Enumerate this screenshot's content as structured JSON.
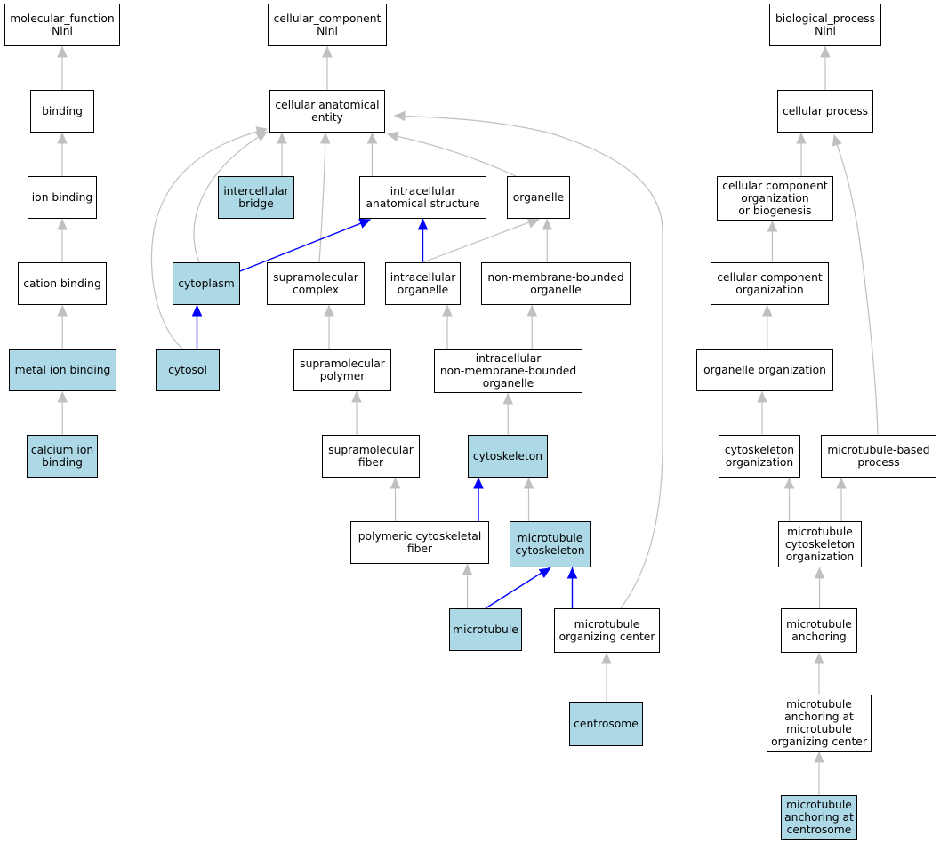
{
  "colors": {
    "highlight": "#add8e6",
    "edge_gray": "#c0c0c0",
    "edge_blue": "#0000ff",
    "border": "#000000"
  },
  "nodes": {
    "molecular_function": {
      "lines": [
        "molecular_function",
        "Ninl"
      ],
      "highlighted": false
    },
    "binding": {
      "lines": [
        "binding"
      ],
      "highlighted": false
    },
    "ion_binding": {
      "lines": [
        "ion binding"
      ],
      "highlighted": false
    },
    "cation_binding": {
      "lines": [
        "cation binding"
      ],
      "highlighted": false
    },
    "metal_ion_binding": {
      "lines": [
        "metal ion binding"
      ],
      "highlighted": true
    },
    "calcium_ion_binding": {
      "lines": [
        "calcium ion",
        "binding"
      ],
      "highlighted": true
    },
    "cellular_component": {
      "lines": [
        "cellular_component",
        "Ninl"
      ],
      "highlighted": false
    },
    "cellular_anatomical_entity": {
      "lines": [
        "cellular anatomical",
        "entity"
      ],
      "highlighted": false
    },
    "intercellular_bridge": {
      "lines": [
        "intercellular",
        "bridge"
      ],
      "highlighted": true
    },
    "intracellular_anatomical_structure": {
      "lines": [
        "intracellular",
        "anatomical structure"
      ],
      "highlighted": false
    },
    "organelle": {
      "lines": [
        "organelle"
      ],
      "highlighted": false
    },
    "cytoplasm": {
      "lines": [
        "cytoplasm"
      ],
      "highlighted": true
    },
    "supramolecular_complex": {
      "lines": [
        "supramolecular",
        "complex"
      ],
      "highlighted": false
    },
    "intracellular_organelle": {
      "lines": [
        "intracellular",
        "organelle"
      ],
      "highlighted": false
    },
    "non_membrane_bounded_organelle": {
      "lines": [
        "non-membrane-bounded",
        "organelle"
      ],
      "highlighted": false
    },
    "cytosol": {
      "lines": [
        "cytosol"
      ],
      "highlighted": true
    },
    "supramolecular_polymer": {
      "lines": [
        "supramolecular",
        "polymer"
      ],
      "highlighted": false
    },
    "intracellular_non_membrane_bounded_organelle": {
      "lines": [
        "intracellular",
        "non-membrane-bounded",
        "organelle"
      ],
      "highlighted": false
    },
    "supramolecular_fiber": {
      "lines": [
        "supramolecular",
        "fiber"
      ],
      "highlighted": false
    },
    "cytoskeleton": {
      "lines": [
        "cytoskeleton"
      ],
      "highlighted": true
    },
    "polymeric_cytoskeletal_fiber": {
      "lines": [
        "polymeric cytoskeletal",
        "fiber"
      ],
      "highlighted": false
    },
    "microtubule_cytoskeleton": {
      "lines": [
        "microtubule",
        "cytoskeleton"
      ],
      "highlighted": true
    },
    "microtubule": {
      "lines": [
        "microtubule"
      ],
      "highlighted": true
    },
    "microtubule_organizing_center": {
      "lines": [
        "microtubule",
        "organizing center"
      ],
      "highlighted": false
    },
    "centrosome": {
      "lines": [
        "centrosome"
      ],
      "highlighted": true
    },
    "biological_process": {
      "lines": [
        "biological_process",
        "Ninl"
      ],
      "highlighted": false
    },
    "cellular_process": {
      "lines": [
        "cellular process"
      ],
      "highlighted": false
    },
    "ccob": {
      "lines": [
        "cellular component",
        "organization",
        "or biogenesis"
      ],
      "highlighted": false
    },
    "cco": {
      "lines": [
        "cellular component",
        "organization"
      ],
      "highlighted": false
    },
    "organelle_organization": {
      "lines": [
        "organelle organization"
      ],
      "highlighted": false
    },
    "cytoskeleton_organization": {
      "lines": [
        "cytoskeleton",
        "organization"
      ],
      "highlighted": false
    },
    "microtubule_based_process": {
      "lines": [
        "microtubule-based",
        "process"
      ],
      "highlighted": false
    },
    "microtubule_cytoskeleton_organization": {
      "lines": [
        "microtubule",
        "cytoskeleton",
        "organization"
      ],
      "highlighted": false
    },
    "microtubule_anchoring": {
      "lines": [
        "microtubule",
        "anchoring"
      ],
      "highlighted": false
    },
    "mt_anchoring_at_mtoc": {
      "lines": [
        "microtubule",
        "anchoring at",
        "microtubule",
        "organizing center"
      ],
      "highlighted": false
    },
    "mt_anchoring_at_centrosome": {
      "lines": [
        "microtubule",
        "anchoring at",
        "centrosome"
      ],
      "highlighted": true
    }
  },
  "edges": [
    {
      "from": "binding",
      "to": "molecular_function",
      "color": "gray"
    },
    {
      "from": "ion_binding",
      "to": "binding",
      "color": "gray"
    },
    {
      "from": "cation_binding",
      "to": "ion_binding",
      "color": "gray"
    },
    {
      "from": "metal_ion_binding",
      "to": "cation_binding",
      "color": "gray"
    },
    {
      "from": "calcium_ion_binding",
      "to": "metal_ion_binding",
      "color": "gray"
    },
    {
      "from": "cellular_anatomical_entity",
      "to": "cellular_component",
      "color": "gray"
    },
    {
      "from": "intercellular_bridge",
      "to": "cellular_anatomical_entity",
      "color": "gray"
    },
    {
      "from": "cytoplasm",
      "to": "cellular_anatomical_entity",
      "color": "gray"
    },
    {
      "from": "cytosol",
      "to": "cellular_anatomical_entity",
      "color": "gray"
    },
    {
      "from": "supramolecular_complex",
      "to": "cellular_anatomical_entity",
      "color": "gray"
    },
    {
      "from": "intracellular_anatomical_structure",
      "to": "cellular_anatomical_entity",
      "color": "gray"
    },
    {
      "from": "organelle",
      "to": "cellular_anatomical_entity",
      "color": "gray"
    },
    {
      "from": "microtubule_organizing_center",
      "to": "cellular_anatomical_entity",
      "color": "gray"
    },
    {
      "from": "cytoplasm",
      "to": "intracellular_anatomical_structure",
      "color": "blue"
    },
    {
      "from": "intracellular_organelle",
      "to": "intracellular_anatomical_structure",
      "color": "blue"
    },
    {
      "from": "intracellular_organelle",
      "to": "organelle",
      "color": "gray"
    },
    {
      "from": "non_membrane_bounded_organelle",
      "to": "organelle",
      "color": "gray"
    },
    {
      "from": "cytosol",
      "to": "cytoplasm",
      "color": "blue"
    },
    {
      "from": "supramolecular_polymer",
      "to": "supramolecular_complex",
      "color": "gray"
    },
    {
      "from": "intracellular_non_membrane_bounded_organelle",
      "to": "intracellular_organelle",
      "color": "gray"
    },
    {
      "from": "intracellular_non_membrane_bounded_organelle",
      "to": "non_membrane_bounded_organelle",
      "color": "gray"
    },
    {
      "from": "supramolecular_fiber",
      "to": "supramolecular_polymer",
      "color": "gray"
    },
    {
      "from": "cytoskeleton",
      "to": "intracellular_non_membrane_bounded_organelle",
      "color": "gray"
    },
    {
      "from": "polymeric_cytoskeletal_fiber",
      "to": "supramolecular_fiber",
      "color": "gray"
    },
    {
      "from": "polymeric_cytoskeletal_fiber",
      "to": "cytoskeleton",
      "color": "blue"
    },
    {
      "from": "microtubule_cytoskeleton",
      "to": "cytoskeleton",
      "color": "gray"
    },
    {
      "from": "microtubule",
      "to": "polymeric_cytoskeletal_fiber",
      "color": "gray"
    },
    {
      "from": "microtubule",
      "to": "microtubule_cytoskeleton",
      "color": "blue"
    },
    {
      "from": "microtubule_organizing_center",
      "to": "microtubule_cytoskeleton",
      "color": "blue"
    },
    {
      "from": "centrosome",
      "to": "microtubule_organizing_center",
      "color": "gray"
    },
    {
      "from": "cellular_process",
      "to": "biological_process",
      "color": "gray"
    },
    {
      "from": "ccob",
      "to": "cellular_process",
      "color": "gray"
    },
    {
      "from": "microtubule_based_process",
      "to": "cellular_process",
      "color": "gray"
    },
    {
      "from": "cco",
      "to": "ccob",
      "color": "gray"
    },
    {
      "from": "organelle_organization",
      "to": "cco",
      "color": "gray"
    },
    {
      "from": "cytoskeleton_organization",
      "to": "organelle_organization",
      "color": "gray"
    },
    {
      "from": "microtubule_cytoskeleton_organization",
      "to": "cytoskeleton_organization",
      "color": "gray"
    },
    {
      "from": "microtubule_cytoskeleton_organization",
      "to": "microtubule_based_process",
      "color": "gray"
    },
    {
      "from": "microtubule_anchoring",
      "to": "microtubule_cytoskeleton_organization",
      "color": "gray"
    },
    {
      "from": "mt_anchoring_at_mtoc",
      "to": "microtubule_anchoring",
      "color": "gray"
    },
    {
      "from": "mt_anchoring_at_centrosome",
      "to": "mt_anchoring_at_mtoc",
      "color": "gray"
    }
  ]
}
